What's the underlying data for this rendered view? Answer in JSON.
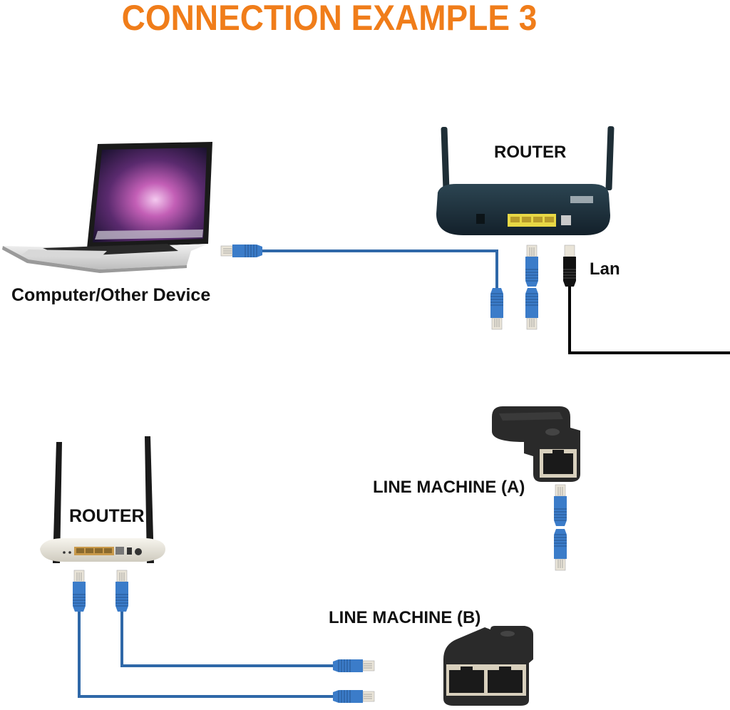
{
  "title": "CONNECTION EXAMPLE 3",
  "colors": {
    "title": "#f07d1a",
    "cable_blue": "#2f68a8",
    "plug_blue": "#3b7cc9",
    "lan_cable": "#000000",
    "router_top_body": "#1c2f3b",
    "router_ports": "#e8d845",
    "router_bottom_body": "#ece9e0",
    "router_bottom_ports": "#c99a4c",
    "coupler": "#2a2a2a"
  },
  "devices": {
    "computer": {
      "label": "Computer/Other Device",
      "icon": "laptop-icon"
    },
    "router_main": {
      "label": "ROUTER",
      "icon": "router-icon"
    },
    "router_secondary": {
      "label": "ROUTER",
      "icon": "router-icon"
    },
    "line_machine_a": {
      "label": "LINE MACHINE (A)",
      "icon": "rj45-splitter-icon"
    },
    "line_machine_b": {
      "label": "LINE MACHINE (B)",
      "icon": "rj45-splitter-icon"
    }
  },
  "connections": {
    "lan_label": "Lan"
  }
}
